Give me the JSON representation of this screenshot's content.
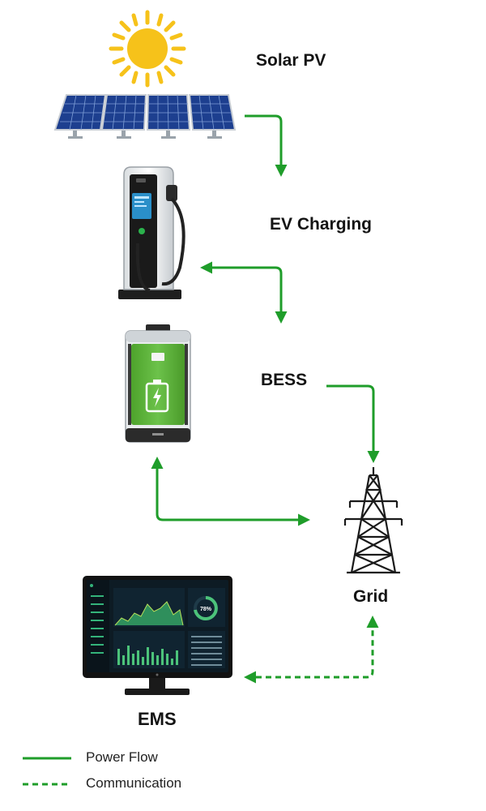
{
  "colors": {
    "flow": "#1f9d2a",
    "sun": "#f6c21a",
    "panel": "#1d3f8f",
    "battery": "#5db33a",
    "tower": "#1a1a1a",
    "monitor": "#121212",
    "screen": "#0d1b24"
  },
  "nodes": {
    "solar": {
      "label": "Solar PV",
      "icon": "solar-panel-icon"
    },
    "ev": {
      "label": "EV Charging",
      "icon": "ev-charger-icon"
    },
    "bess": {
      "label": "BESS",
      "icon": "battery-storage-icon"
    },
    "grid": {
      "label": "Grid",
      "icon": "transmission-tower-icon"
    },
    "ems": {
      "label": "EMS",
      "icon": "monitor-dashboard-icon",
      "gauge_value": "78%"
    }
  },
  "legend": {
    "power": "Power Flow",
    "communication": "Communication"
  }
}
